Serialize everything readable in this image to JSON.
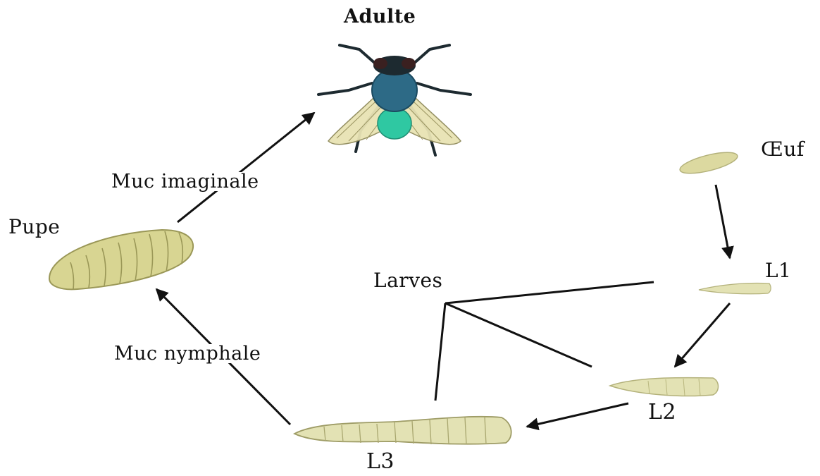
{
  "labels": {
    "adult": "Adulte",
    "egg": "Œuf",
    "l1": "L1",
    "l2": "L2",
    "l3": "L3",
    "larvae": "Larves",
    "pupa": "Pupe",
    "imaginal_molt": "Muc imaginale",
    "nymphal_molt": "Muc nymphale"
  },
  "colors": {
    "larva_fill": "#e3e2b4",
    "larva_stroke": "#b3b17a",
    "pupa_fill": "#d8d592",
    "pupa_stroke": "#9a9757",
    "egg_fill": "#dcd9a0",
    "fly_thorax": "#2d6a86",
    "fly_abdomen": "#2fc8a2",
    "fly_head": "#1d2a30",
    "wing_fill": "#e8e3b4",
    "line": "#111111"
  }
}
